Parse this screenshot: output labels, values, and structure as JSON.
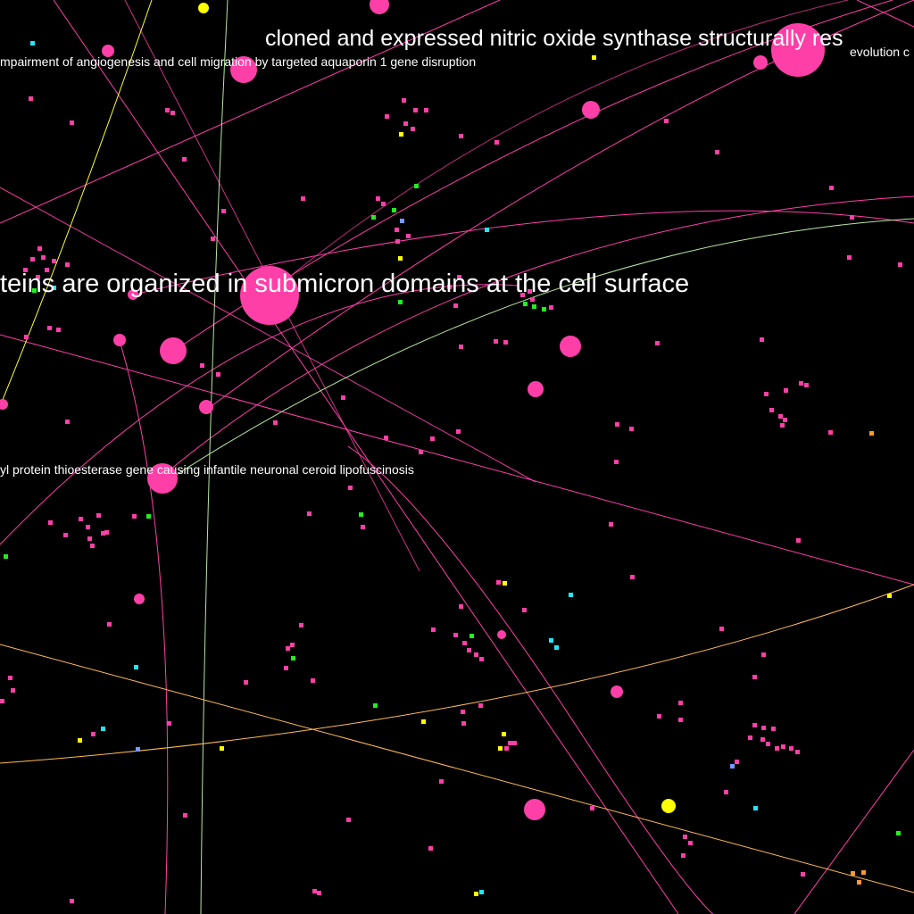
{
  "labels": [
    {
      "id": "label-nos",
      "text": "cloned and expressed nitric oxide synthase structurally res"
    },
    {
      "id": "label-aqp1",
      "text": "mpairment of angiogenesis and cell migration by targeted aquaporin 1 gene disruption"
    },
    {
      "id": "label-evo",
      "text": "evolution c"
    },
    {
      "id": "label-domains",
      "text": "teins are organized in submicron domains at the cell surface"
    },
    {
      "id": "label-ppt",
      "text": "yl protein thioesterase gene causing infantile neuronal ceroid lipofuscinosis"
    }
  ],
  "colors": {
    "background": "#000000",
    "magenta": "#ff3fa8",
    "yellow": "#ffff00",
    "green": "#22ee22",
    "cyan": "#22e6ff",
    "orange": "#ff9933",
    "blue": "#7799ff",
    "label": "#ffffff"
  }
}
